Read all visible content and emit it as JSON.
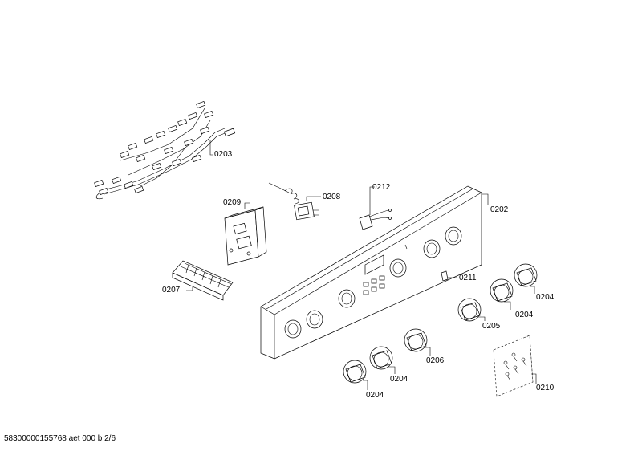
{
  "labels": {
    "p0203": "0203",
    "p0209": "0209",
    "p0208": "0208",
    "p0212": "0212",
    "p0202": "0202",
    "p0207": "0207",
    "p0211": "0211",
    "p0204a": "0204",
    "p0204b": "0204",
    "p0205": "0205",
    "p0206": "0206",
    "p0204c": "0204",
    "p0204d": "0204",
    "p0210": "0210"
  },
  "footer": "58300000155768 aet 000 b 2/6"
}
